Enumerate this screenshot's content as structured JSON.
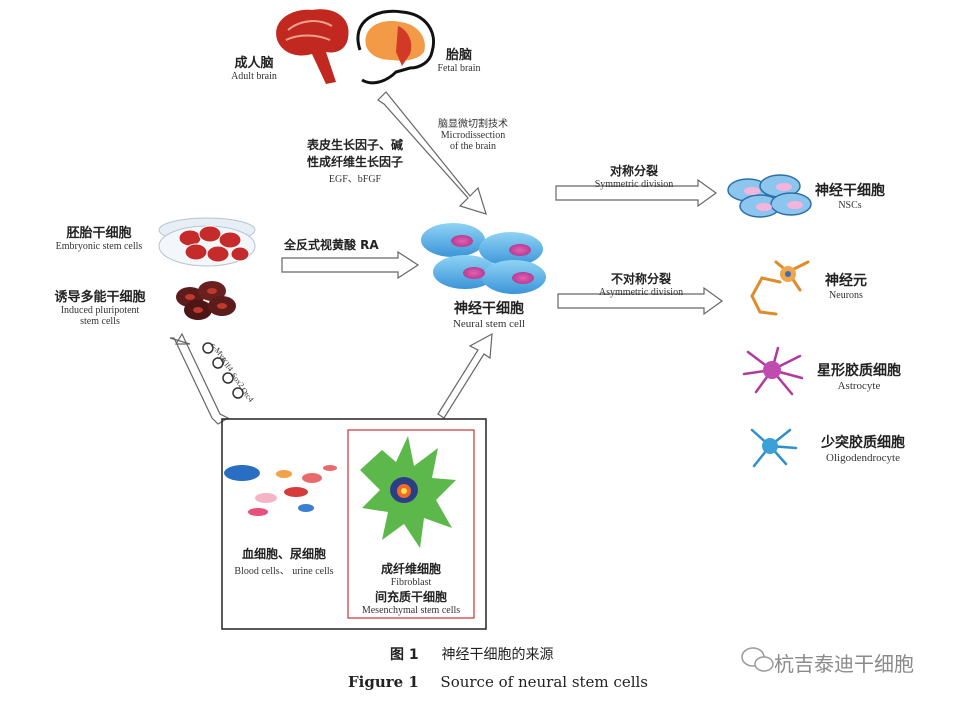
{
  "sources": {
    "adult_brain": {
      "zh": "成人脑",
      "en": "Adult brain"
    },
    "fetal_brain": {
      "zh": "胎脑",
      "en": "Fetal brain"
    },
    "microdissection": {
      "zh": "脑显微切割技术",
      "en1": "Microdissection",
      "en2": "of the brain"
    },
    "growth_factors": {
      "zh1": "表皮生长因子、碱",
      "zh2": "性成纤维生长因子",
      "en": "EGF、bFGF"
    },
    "embryonic": {
      "zh": "胚胎干细胞",
      "en": "Embryonic stem cells"
    },
    "retinoic_acid": {
      "zh": "全反式视黄酸  RA"
    },
    "ipsc": {
      "zh": "诱导多能干细胞",
      "en1": "Induced pluripotent",
      "en2": "stem cells"
    },
    "factors": [
      "c-Myc",
      "Klf4",
      "Sox2",
      "Otc4"
    ],
    "blood": {
      "zh": "血细胞、尿细胞",
      "en": "Blood cells、 urine cells"
    },
    "fibroblast": {
      "zh": "成纤维细胞",
      "en": "Fibroblast"
    },
    "msc": {
      "zh": "间充质干细胞",
      "en": "Mesenchymal stem cells"
    }
  },
  "center": {
    "zh": "神经干细胞",
    "en": "Neural stem cell"
  },
  "divisions": {
    "symmetric": {
      "zh": "对称分裂",
      "en": "Symmetric division"
    },
    "asymmetric": {
      "zh": "不对称分裂",
      "en": "Asymmetric division"
    }
  },
  "outcomes": [
    {
      "zh": "神经干细胞",
      "en": "NSCs"
    },
    {
      "zh": "神经元",
      "en": "Neurons"
    },
    {
      "zh": "星形胶质细胞",
      "en": "Astrocyte"
    },
    {
      "zh": "少突胶质细胞",
      "en": "Oligodendrocyte"
    }
  ],
  "caption": {
    "label_zh": "图 1",
    "title_zh": "神经干细胞的来源",
    "label_en": "Figure 1",
    "title_en": "Source of neural stem cells"
  },
  "watermark": "杭吉泰迪干细胞"
}
